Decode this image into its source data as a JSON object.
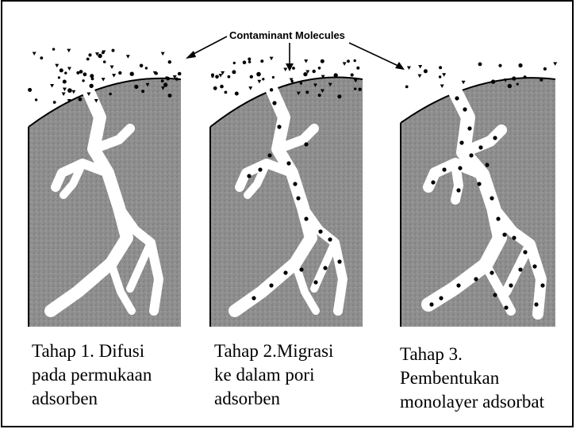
{
  "diagram": {
    "title": "Contaminant Molecules",
    "colors": {
      "adsorbent": "#8f8f8f",
      "molecule": "#000000",
      "pore": "#ffffff",
      "line": "#000000"
    },
    "stages": [
      {
        "caption_lines": [
          "Tahap 1. Difusi",
          "pada permukaan",
          "adsorben"
        ]
      },
      {
        "caption_lines": [
          "Tahap 2.Migrasi",
          "ke dalam pori",
          "adsorben"
        ]
      },
      {
        "caption_lines": [
          "Tahap 3.",
          "Pembentukan",
          "monolayer adsorbat"
        ]
      }
    ]
  }
}
